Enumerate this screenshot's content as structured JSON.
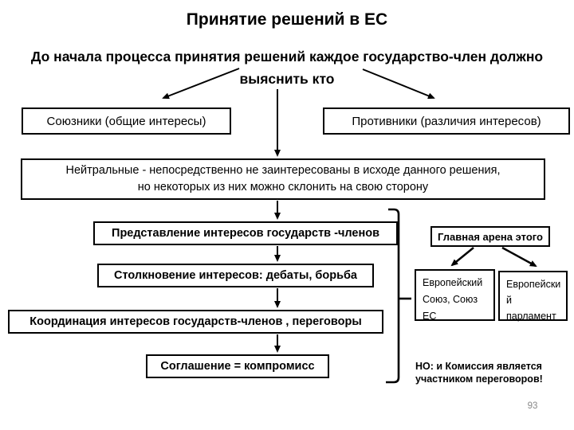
{
  "slide": {
    "title": "Принятие решений в ЕС",
    "subtitle_line1": "До начала процесса принятия решений каждое государство-член должно",
    "subtitle_line2": "выяснить кто",
    "page_number": "93"
  },
  "boxes": {
    "allies": "Союзники (общие интересы)",
    "opponents": "Противники (различия интересов)",
    "neutral_line1": "Нейтральные - непосредственно не заинтересованы в исходе данного решения,",
    "neutral_line2": "но некоторых из них можно склонить на свою сторону",
    "representation": "Представление интересов государств -членов",
    "clash": "Столкновение интересов: дебаты, борьба",
    "coordination": "Координация интересов государств-членов , переговоры",
    "agreement": "Соглашение = компромисс",
    "main_arena": "Главная арена этого",
    "eu_council_lines": [
      "Европейский",
      "Союз, Союз",
      "ЕС"
    ],
    "eu_parliament_lines": [
      "Европейски",
      "й",
      "парламент"
    ]
  },
  "notes": {
    "commission_line1": "НО: и Комиссия является",
    "commission_line2": "участником переговоров!"
  },
  "colors": {
    "ink": "#000000",
    "background": "#ffffff",
    "page_number_gray": "#888888"
  }
}
